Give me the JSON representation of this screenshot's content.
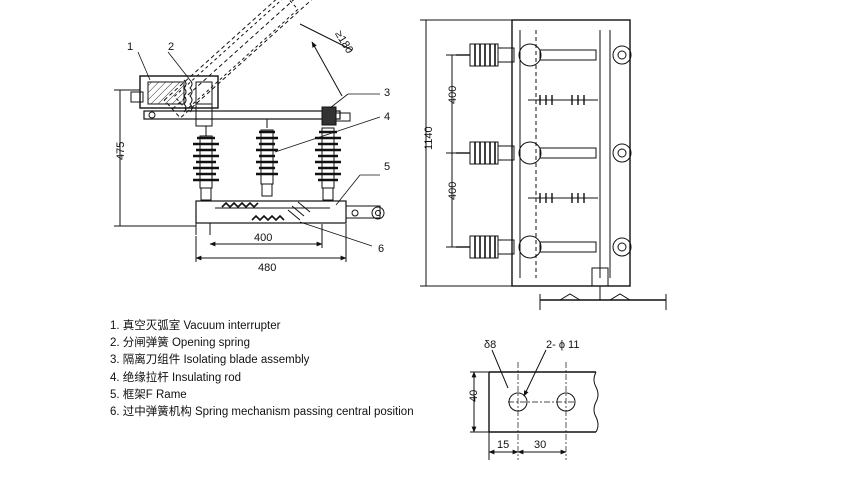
{
  "callouts": {
    "one": "1",
    "two": "2",
    "three": "3",
    "four": "4",
    "five": "5",
    "six": "6"
  },
  "dimensions": {
    "angle_180": "≥180",
    "height_475": "475",
    "width_400": "400",
    "width_480": "480",
    "height_1140": "1140",
    "spacing_upper": "400",
    "spacing_lower": "400",
    "thickness": "δ8",
    "holes": "2- ϕ 11",
    "plate_height": "40",
    "offset_15": "15",
    "pitch_30": "30"
  },
  "legend": [
    "1. 真空灭弧室 Vacuum interrupter",
    "2. 分闸弹簧 Opening spring",
    "3. 隔离刀组件 Isolating blade assembly",
    "4. 绝缘拉杆 Insulating rod",
    "5. 框架F Rame",
    "6. 过中弹簧机构 Spring mechanism passing central position"
  ]
}
